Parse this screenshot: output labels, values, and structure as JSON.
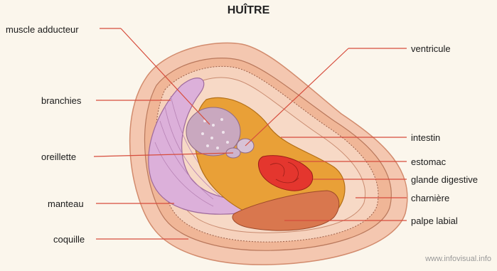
{
  "title": "HUÎTRE",
  "labels": {
    "muscle_adducteur": "muscle adducteur",
    "branchies": "branchies",
    "oreillette": "oreillette",
    "manteau": "manteau",
    "coquille": "coquille",
    "ventricule": "ventricule",
    "intestin": "intestin",
    "estomac": "estomac",
    "glande_digestive": "glande digestive",
    "charniere": "charnière",
    "palpe_labial": "palpe labial"
  },
  "credit": "www.infovisual.info",
  "colors": {
    "shell": "#f2b79a",
    "mantle_edge": "#e9a383",
    "gills": "#d8a6d6",
    "gills_dark": "#b783b5",
    "body": "#e79a2e",
    "digestive": "#e4362e",
    "palp": "#d76f49",
    "leader": "#d64c3c"
  }
}
